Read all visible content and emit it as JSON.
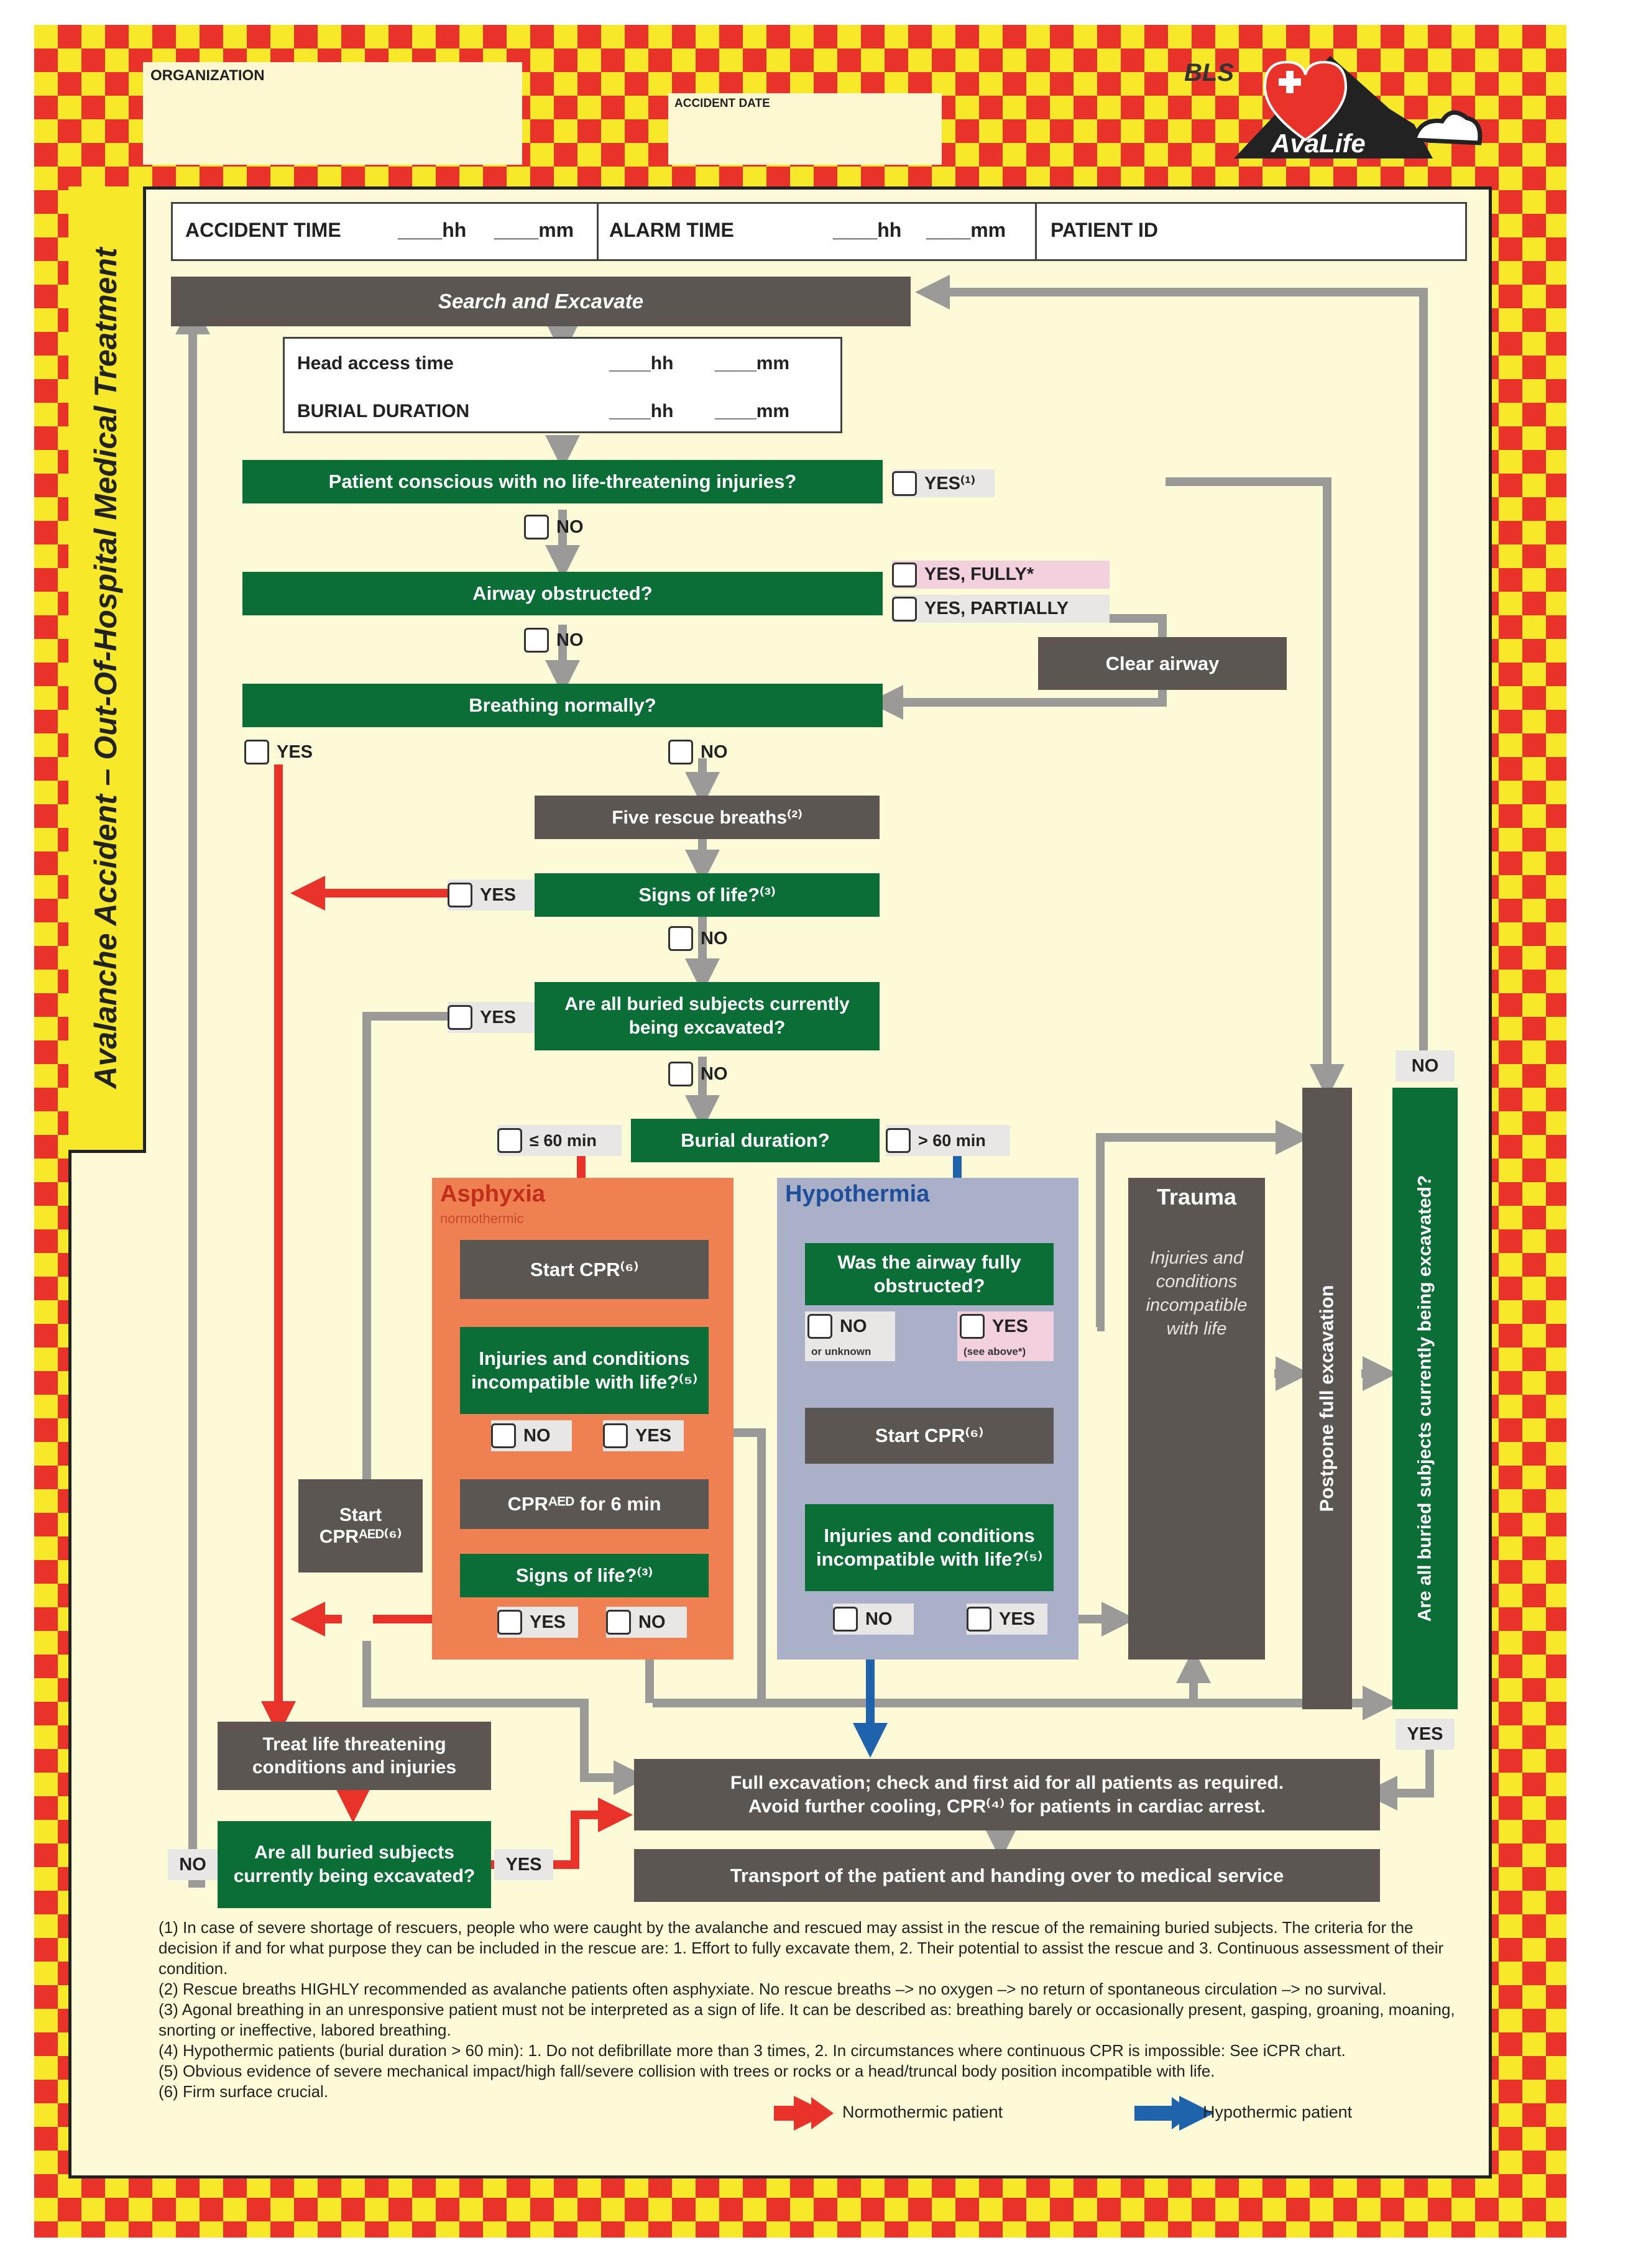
{
  "header": {
    "organization": "ORGANIZATION",
    "accident_date": "ACCIDENT DATE",
    "level": "BLS",
    "logo_text": "AvaLife"
  },
  "side_title": "Avalanche Accident – Out-Of-Hospital Medical Treatment",
  "top_fields": {
    "accident_time": "ACCIDENT TIME",
    "alarm_time": "ALARM TIME",
    "patient_id": "PATIENT ID",
    "hh": "____hh",
    "mm": "____mm"
  },
  "nodes": {
    "search": "Search and Excavate",
    "head_access": "Head access time",
    "burial_duration_field": "BURIAL DURATION",
    "conscious": "Patient conscious with no life-threatening injuries?",
    "airway": "Airway obstructed?",
    "clear_airway": "Clear airway",
    "breathing": "Breathing normally?",
    "rescue_breaths": "Five rescue breaths⁽²⁾",
    "signs_of_life": "Signs of life?⁽³⁾",
    "all_buried_1": "Are all buried subjects currently being excavated?",
    "burial_duration": "Burial duration?",
    "asphyxia": "Asphyxia",
    "normothermic": "normothermic",
    "start_cpr_a": "Start CPR⁽⁶⁾",
    "injuries_a": "Injuries and conditions incompatible with life?⁽⁵⁾",
    "cpr_aed": "CPRᴬᴱᴰ for 6 min",
    "signs_of_life_2": "Signs of life?⁽³⁾",
    "start_cpr_aed": "Start CPRᴬᴱᴰ⁽⁶⁾",
    "hypothermia": "Hypothermia",
    "airway_fully": "Was the airway fully obstructed?",
    "start_cpr_h": "Start CPR⁽⁶⁾",
    "injuries_h": "Injuries and conditions incompatible with life?⁽⁵⁾",
    "trauma": "Trauma",
    "trauma_text": "Injuries and conditions incompatible with life",
    "postpone": "Postpone full excavation",
    "all_buried_vertical": "Are all buried subjects currently being excavated?",
    "treat": "Treat life threatening conditions and injuries",
    "all_buried_2": "Are all buried subjects currently being excavated?",
    "full_excavation": "Full excavation; check and first aid for all patients as required. Avoid further cooling, CPR⁽⁴⁾ for patients in cardiac arrest.",
    "transport": "Transport of the patient and handing over to medical service"
  },
  "options": {
    "yes1": "YES⁽¹⁾",
    "no": "NO",
    "yes": "YES",
    "yes_fully": "YES, FULLY*",
    "yes_partially": "YES, PARTIALLY",
    "le60": "≤ 60 min",
    "gt60": "> 60 min",
    "or_unknown": "or unknown",
    "see_above": "(see above*)"
  },
  "footnotes": [
    "(1)  In case of severe shortage of rescuers, people who were caught by the avalanche and rescued may assist in the rescue of the remaining buried subjects. The criteria for the decision if and for what purpose they can be included in the rescue are: 1. Effort to fully excavate them, 2. Their potential to assist the rescue and 3. Continuous assessment of their condition.",
    "(2)  Rescue breaths HIGHLY recommended as avalanche patients often asphyxiate. No rescue breaths –> no oxygen –> no return of spontaneous circulation –> no survival.",
    "(3)  Agonal breathing in an unresponsive patient must not be interpreted as a sign of life. It can be described as: breathing barely or occasionally present, gasping, groaning, moaning, snorting or ineffective, labored breathing.",
    "(4)  Hypothermic patients (burial duration > 60 min): 1. Do not defibrillate more than 3 times, 2. In circumstances where continuous CPR is impossible: See iCPR chart.",
    "(5)  Obvious evidence of severe mechanical impact/high fall/severe collision with trees or rocks or a head/truncal body position incompatible with life.",
    "(6)  Firm surface crucial."
  ],
  "legend": {
    "normothermic": "Normothermic patient",
    "hypothermic": "Hypothermic patient",
    "red": "#e8322a",
    "blue": "#1f63ad"
  },
  "colors": {
    "green": "#0b6e37",
    "dark": "#5b5651",
    "asphyxia": "#ee8052",
    "hypothermia": "#aab0c8",
    "sheet": "#fdfbd7"
  }
}
